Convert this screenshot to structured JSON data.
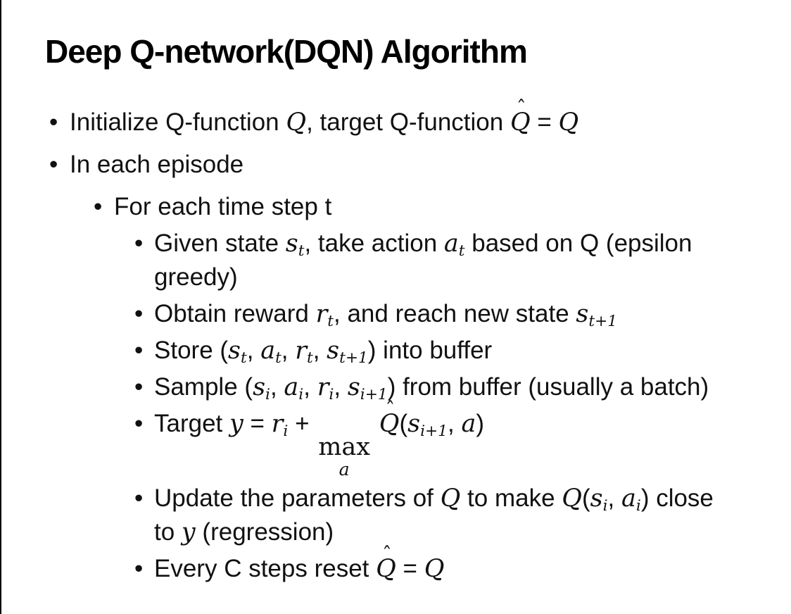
{
  "slide": {
    "title": "Deep Q-network(DQN) Algorithm",
    "bullet_char": "•",
    "bullets": [
      {
        "level": 1,
        "segments": [
          {
            "t": "Initialize Q-function "
          },
          {
            "v": "Q"
          },
          {
            "t": ", target Q-function "
          },
          {
            "hat": "Q"
          },
          {
            "t": " = "
          },
          {
            "v": "Q"
          }
        ]
      },
      {
        "level": 1,
        "segments": [
          {
            "t": "In each episode"
          }
        ]
      },
      {
        "level": 2,
        "segments": [
          {
            "t": "For each time step t"
          }
        ]
      },
      {
        "level": 3,
        "segments": [
          {
            "t": "Given state "
          },
          {
            "v": "s",
            "sub": "t"
          },
          {
            "t": ", take action "
          },
          {
            "v": "a",
            "sub": "t"
          },
          {
            "t": " based on Q (epsilon"
          },
          {
            "br": true
          },
          {
            "t": "greedy)"
          }
        ]
      },
      {
        "level": 3,
        "segments": [
          {
            "t": "Obtain reward "
          },
          {
            "v": "r",
            "sub": "t"
          },
          {
            "t": ", and reach new state "
          },
          {
            "v": "s",
            "sub": "t+1"
          }
        ]
      },
      {
        "level": 3,
        "segments": [
          {
            "t": "Store ("
          },
          {
            "v": "s",
            "sub": "t"
          },
          {
            "t": ", "
          },
          {
            "v": "a",
            "sub": "t"
          },
          {
            "t": ", "
          },
          {
            "v": "r",
            "sub": "t"
          },
          {
            "t": ", "
          },
          {
            "v": "s",
            "sub": "t+1"
          },
          {
            "t": ") into buffer"
          }
        ]
      },
      {
        "level": 3,
        "segments": [
          {
            "t": "Sample ("
          },
          {
            "v": "s",
            "sub": "i"
          },
          {
            "t": ", "
          },
          {
            "v": "a",
            "sub": "i"
          },
          {
            "t": ", "
          },
          {
            "v": "r",
            "sub": "i"
          },
          {
            "t": ", "
          },
          {
            "v": "s",
            "sub": "i+1"
          },
          {
            "t": ") from buffer (usually a batch)"
          }
        ]
      },
      {
        "level": 3,
        "segments": [
          {
            "t": "Target "
          },
          {
            "v": "y"
          },
          {
            "t": " = "
          },
          {
            "v": "r",
            "sub": "i"
          },
          {
            "t": " + "
          },
          {
            "under": {
              "top": "max",
              "bottom": "a"
            }
          },
          {
            "t": " "
          },
          {
            "hat": "Q"
          },
          {
            "t": "("
          },
          {
            "v": "s",
            "sub": "i+1"
          },
          {
            "t": ", "
          },
          {
            "v": "a"
          },
          {
            "t": ")"
          }
        ]
      },
      {
        "level": 3,
        "segments": [
          {
            "t": "Update the parameters of "
          },
          {
            "v": "Q"
          },
          {
            "t": " to make "
          },
          {
            "v": "Q"
          },
          {
            "t": "("
          },
          {
            "v": "s",
            "sub": "i"
          },
          {
            "t": ", "
          },
          {
            "v": "a",
            "sub": "i"
          },
          {
            "t": ") close"
          },
          {
            "br": true
          },
          {
            "t": "to "
          },
          {
            "v": "y"
          },
          {
            "t": " (regression)"
          }
        ]
      },
      {
        "level": 3,
        "segments": [
          {
            "t": "Every C steps reset "
          },
          {
            "hat": "Q"
          },
          {
            "t": " = "
          },
          {
            "v": "Q"
          }
        ]
      }
    ]
  },
  "colors": {
    "background": "#ffffff",
    "text": "#111111",
    "title": "#000000",
    "left_border": "#000000"
  }
}
